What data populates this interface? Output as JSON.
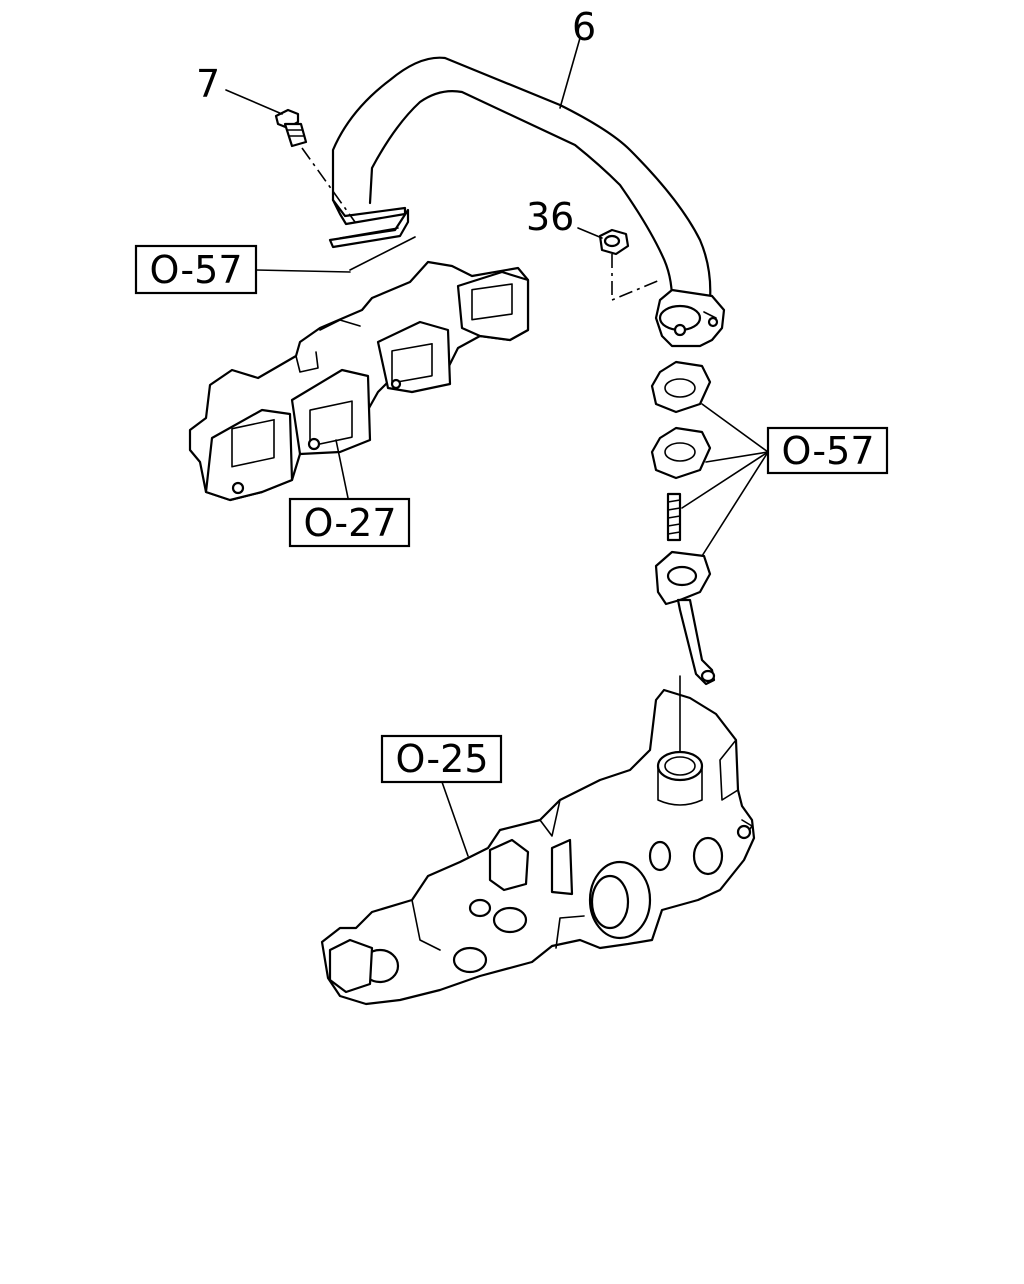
{
  "callouts": {
    "pipe": "6",
    "bolt": "7",
    "nut": "36"
  },
  "refs": {
    "gasket_upper": "O-57",
    "gaskets_lower": "O-57",
    "exhaust_manifold": "O-27",
    "housing": "O-25"
  }
}
